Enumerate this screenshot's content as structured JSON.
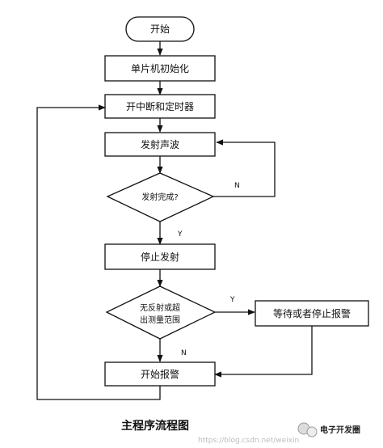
{
  "diagram": {
    "nodes": {
      "start": "开始",
      "init": "单片机初始化",
      "enable": "开中断和定时器",
      "emit": "发射声波",
      "sent_q": "发射完成?",
      "stop": "停止发射",
      "range_q_line1": "无反射或超",
      "range_q_line2": "出测量范围",
      "wait": "等待或者停止报警",
      "alarm": "开始报警"
    },
    "edges": {
      "sent_no": "N",
      "sent_yes": "Y",
      "range_yes": "Y",
      "range_no": "N"
    },
    "caption": "主程序流程图"
  },
  "watermark": {
    "url_text": "https://blog.csdn.net/weixin",
    "brand": "电子开发圈"
  }
}
